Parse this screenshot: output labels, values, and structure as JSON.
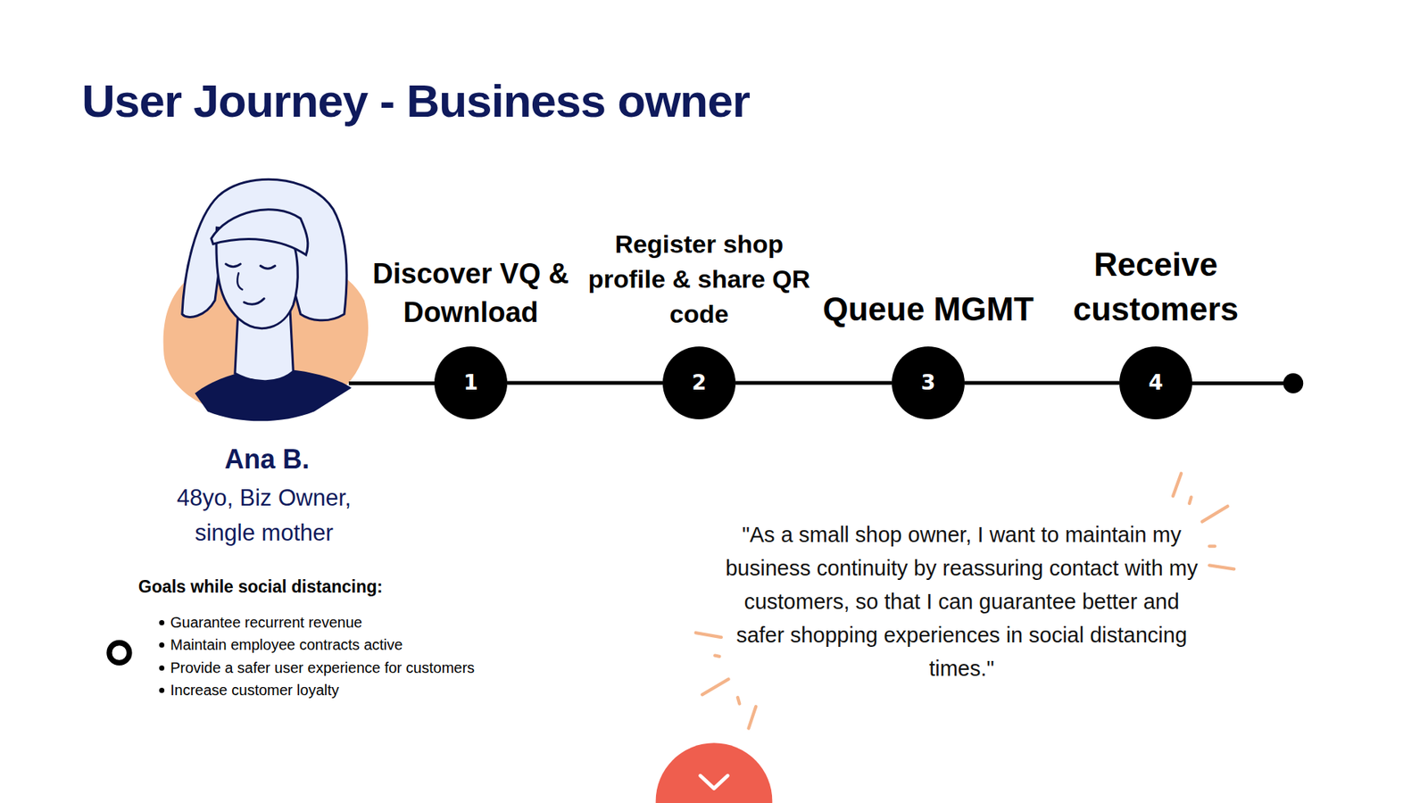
{
  "diagram": {
    "title": "User Journey - Business owner",
    "nodes": [
      {
        "text": [
          "Discover VQ & Download",
          "1"
        ]
      },
      {
        "text": [
          "Register shop profile & share QR code",
          "2"
        ]
      },
      {
        "text": [
          "Queue MGMT",
          "3"
        ]
      },
      {
        "text": [
          "Receive customers",
          "4"
        ]
      }
    ],
    "edges": [
      {
        "from": 0,
        "to": 1,
        "arrow": "none"
      },
      {
        "from": 1,
        "to": 2,
        "arrow": "none"
      },
      {
        "from": 2,
        "to": 3,
        "arrow": "none"
      }
    ],
    "labels": [
      "Ana B.",
      "48yo, Biz Owner, single mother",
      "Goals while social distancing:",
      "Guarantee recurrent revenue",
      "Maintain employee contracts active",
      "Provide a safer user experience for customers",
      "Increase customer loyalty",
      "\"As a small shop owner, I want to maintain my business continuity by reassuring contact with my customers, so that I can guarantee better and safer shopping experiences in social distancing times.\""
    ]
  }
}
